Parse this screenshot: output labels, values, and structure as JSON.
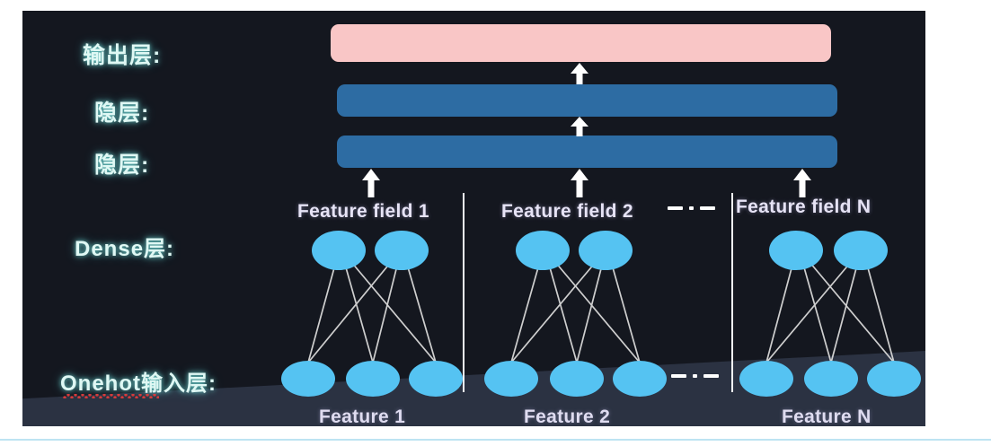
{
  "diagram": {
    "title": "Onehot input -> Dense -> Hidden -> Output neural network diagram",
    "colors": {
      "panel_background": "#14171f",
      "band": "#2b3242",
      "output_bar": "#f9c6c6",
      "hidden_bar": "#2d6ca3",
      "node": "#55c3f2",
      "layer_label": "#dff8f4",
      "field_label": "#e6e3f5",
      "arrow": "#ffffff",
      "divider": "#f2f4f8",
      "spellcheck_underline": "#e03b3b",
      "page_rule": "#bde4f2"
    },
    "layer_labels": [
      {
        "id": "output-layer",
        "text": "输出层:"
      },
      {
        "id": "hidden-layer-2",
        "text": "隐层:"
      },
      {
        "id": "hidden-layer-1",
        "text": "隐层:"
      },
      {
        "id": "dense-layer",
        "text": "Dense层:"
      },
      {
        "id": "onehot-input-layer",
        "text": "Onehot输入层:"
      }
    ],
    "bars": [
      {
        "id": "output-bar",
        "type": "output"
      },
      {
        "id": "hidden-bar-2",
        "type": "hidden"
      },
      {
        "id": "hidden-bar-1",
        "type": "hidden"
      }
    ],
    "feature_fields": [
      {
        "id": "feature-field-1",
        "title": "Feature field 1",
        "caption": "Feature 1",
        "dense_nodes": 2,
        "input_nodes": 3
      },
      {
        "id": "feature-field-2",
        "title": "Feature field 2",
        "caption": "Feature 2",
        "dense_nodes": 2,
        "input_nodes": 3
      },
      {
        "id": "feature-field-n",
        "title": "Feature field N",
        "caption": "Feature N",
        "dense_nodes": 2,
        "input_nodes": 3
      }
    ],
    "separators": {
      "glyph": "– · –",
      "count": 2
    },
    "arrows": {
      "up_arrow_count": 5,
      "direction": "up"
    }
  }
}
